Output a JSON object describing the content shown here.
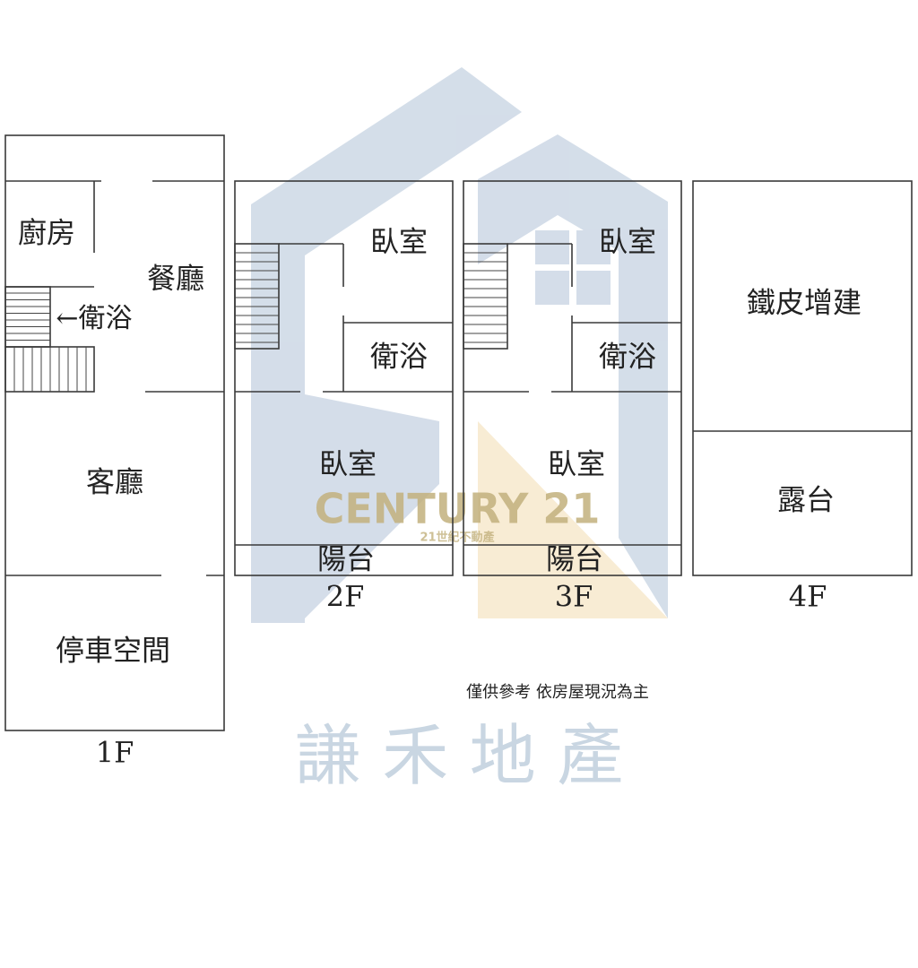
{
  "watermark": {
    "brand": "CENTURY 21",
    "brand_sub": "21世紀不動產",
    "agency": "謙 禾 地 產",
    "colors": {
      "house": "#d2dce8",
      "triangle": "#f8ecd4",
      "brand": "#c2b07c"
    }
  },
  "floors": {
    "f1": {
      "label": "1F",
      "rooms": {
        "kitchen": "廚房",
        "dining": "餐廳",
        "bath": "←衛浴",
        "living": "客廳",
        "parking": "停車空間"
      }
    },
    "f2": {
      "label": "2F",
      "rooms": {
        "bedroom1": "臥室",
        "bath": "衛浴",
        "bedroom2": "臥室",
        "balcony": "陽台"
      }
    },
    "f3": {
      "label": "3F",
      "rooms": {
        "bedroom1": "臥室",
        "bath": "衛浴",
        "bedroom2": "臥室",
        "balcony": "陽台"
      }
    },
    "f4": {
      "label": "4F",
      "rooms": {
        "addition": "鐵皮增建",
        "terrace": "露台"
      }
    }
  },
  "note": "僅供參考 依房屋現況為主",
  "colors": {
    "wall": "#3a3a3a"
  }
}
